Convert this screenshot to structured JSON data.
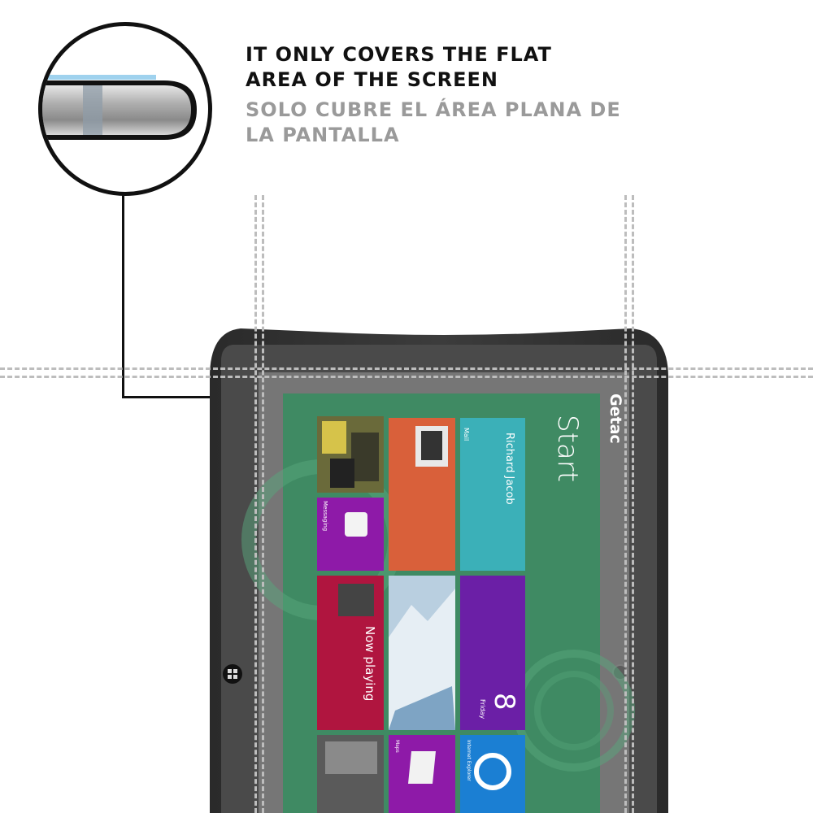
{
  "caption": {
    "english": {
      "line1": "IT ONLY COVERS THE FLAT",
      "line2": "AREA OF THE SCREEN"
    },
    "spanish": {
      "line1": "SOLO CUBRE EL ÁREA PLANA DE",
      "line2": "LA PANTALLA"
    }
  },
  "tablet": {
    "brand": "Getac",
    "start_label": "Start",
    "tiles": {
      "messaging": "Messaging",
      "mail": "Mail",
      "mail_sender": "Richard Jacob",
      "now_playing": "Now playing",
      "calendar_day": "8",
      "calendar_weekday": "Friday",
      "maps": "Maps",
      "ie": "Internet Explorer"
    }
  },
  "colors": {
    "screen_green": "#3f8a63",
    "tile_orange": "#d9603a",
    "tile_teal": "#3bb0b8",
    "tile_purple": "#8e1aa8",
    "tile_crimson": "#b0153f",
    "tile_violet": "#6b1fa6",
    "tile_blue": "#1b7fd3",
    "bezel": "#3a3a3a",
    "dashed_guides": "#bdbdbd"
  }
}
